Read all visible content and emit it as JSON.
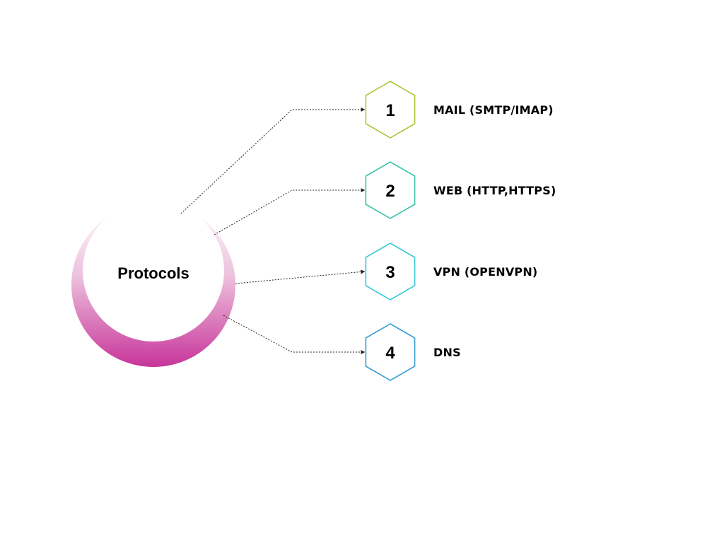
{
  "center": {
    "label": "Protocols",
    "ring_gradient_from": "#ffffff",
    "ring_gradient_to": "#c8349a"
  },
  "items": [
    {
      "number": "1",
      "label": "MAIL (SMTP/IMAP)",
      "color": "#a8c93a"
    },
    {
      "number": "2",
      "label": "WEB (HTTP,HTTPS)",
      "color": "#3cc4a8"
    },
    {
      "number": "3",
      "label": "VPN (OPENVPN)",
      "color": "#3ac8d6"
    },
    {
      "number": "4",
      "label": "DNS",
      "color": "#3a9fd6"
    }
  ],
  "connector_color": "#222222"
}
